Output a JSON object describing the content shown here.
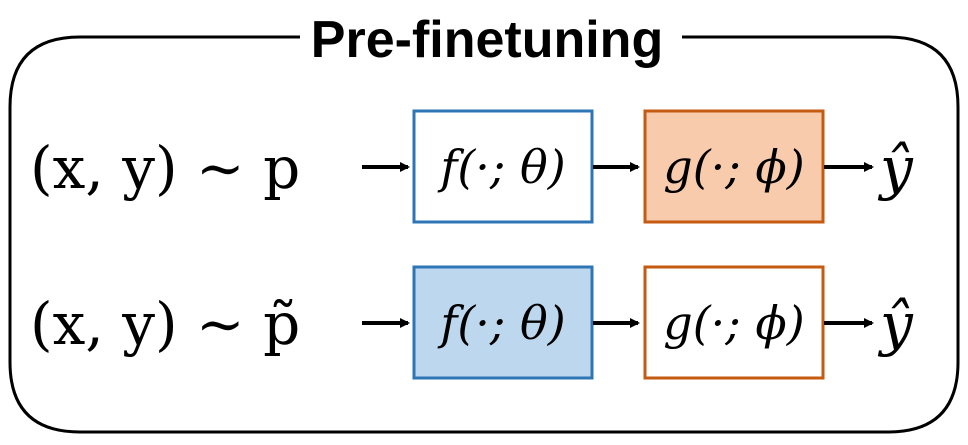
{
  "title": "Pre-finetuning",
  "colors": {
    "frame": "#000000",
    "blue_border": "#2e75b6",
    "blue_fill": "#bdd7ee",
    "orange_border": "#c55a11",
    "orange_fill": "#f8cbad",
    "arrow": "#000000"
  },
  "rows": [
    {
      "input": "(x, y) ∼ p",
      "encoder": {
        "label": "f(·; θ)",
        "filled": false
      },
      "head": {
        "label": "g(·; ϕ)",
        "filled": true
      },
      "output": "ŷ"
    },
    {
      "input": "(x, y) ∼ p̃",
      "encoder": {
        "label": "f(·; θ)",
        "filled": true
      },
      "head": {
        "label": "g(·; ϕ)",
        "filled": false
      },
      "output": "ŷ"
    }
  ]
}
